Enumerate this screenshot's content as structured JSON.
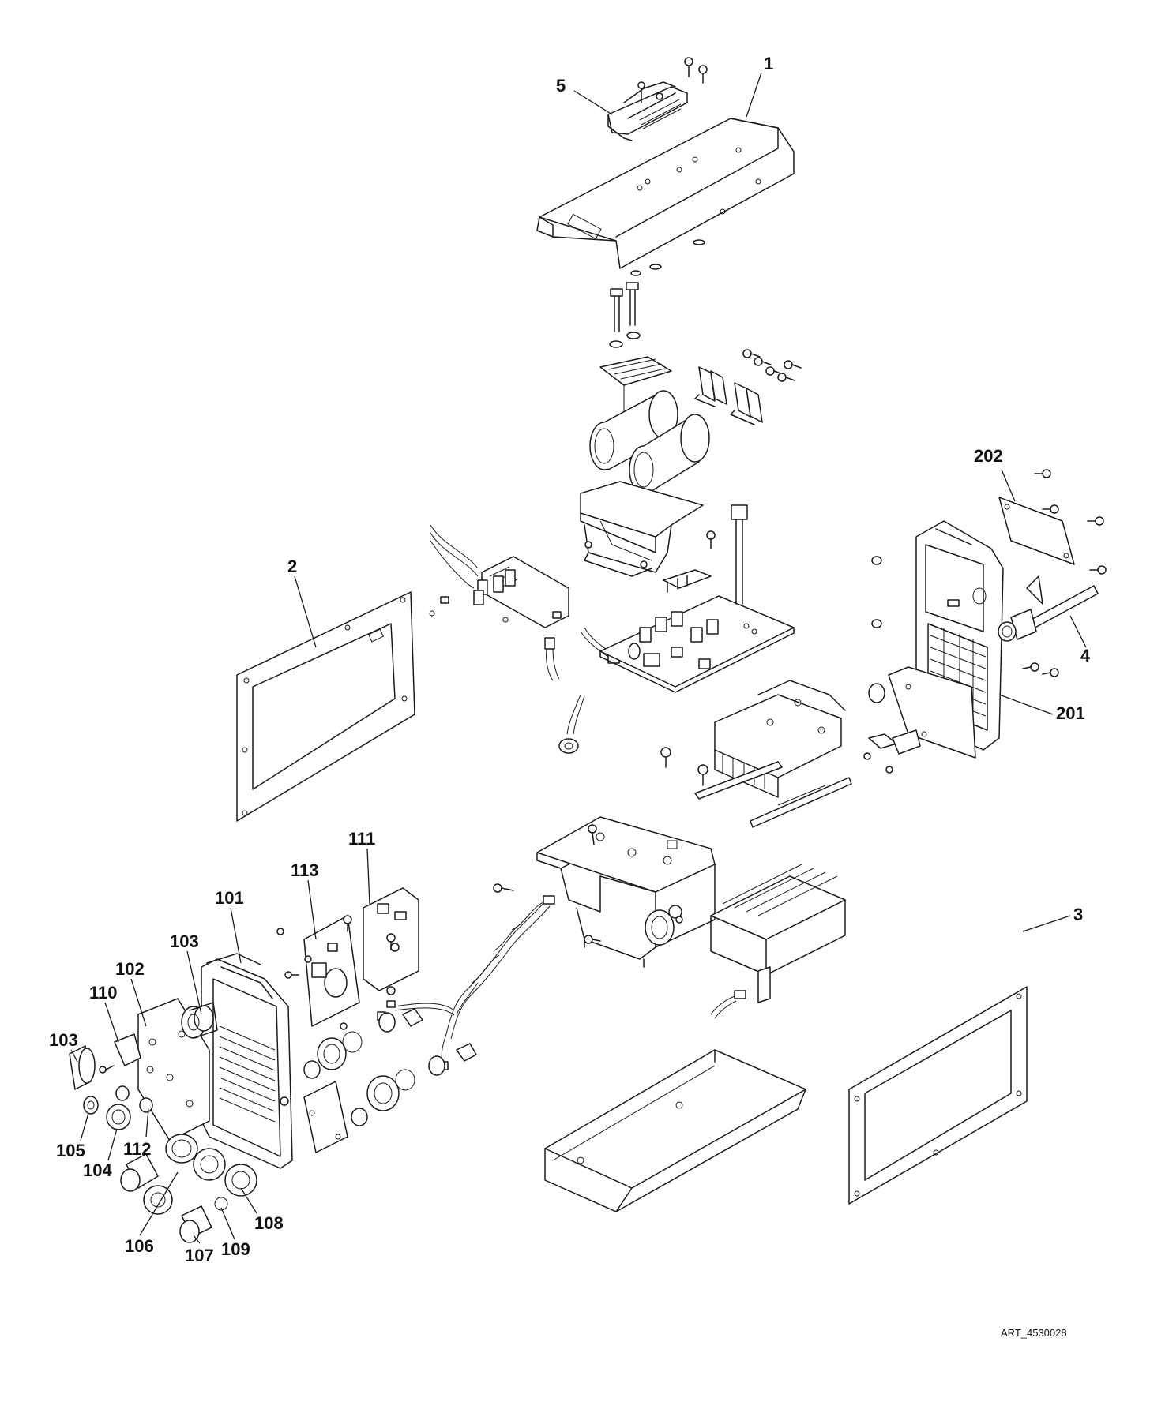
{
  "diagram": {
    "callouts": {
      "c1": "1",
      "c5": "5",
      "c2": "2",
      "c202": "202",
      "c4": "4",
      "c201": "201",
      "c3": "3",
      "c111": "111",
      "c113": "113",
      "c101": "101",
      "c103a": "103",
      "c102": "102",
      "c110": "110",
      "c103b": "103",
      "c105": "105",
      "c104": "104",
      "c112": "112",
      "c106": "106",
      "c107": "107",
      "c109": "109",
      "c108": "108"
    },
    "art_reference": "ART_4530028"
  }
}
